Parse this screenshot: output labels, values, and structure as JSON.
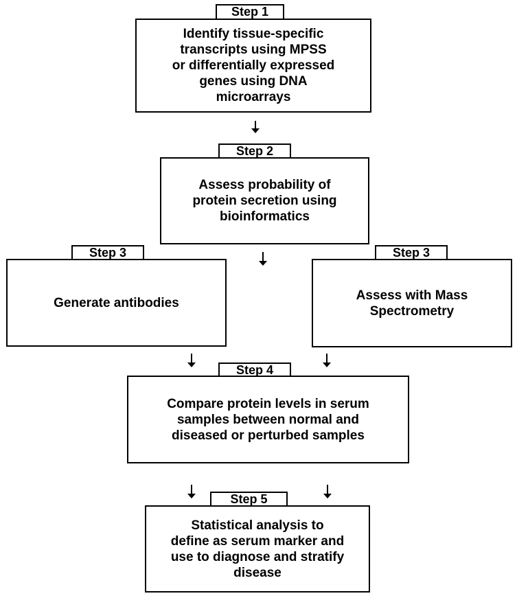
{
  "steps": [
    {
      "label": "Step 1",
      "text": "Identify tissue-specific\ntranscripts using MPSS\nor differentially expressed\ngenes using DNA\nmicroarrays"
    },
    {
      "label": "Step 2",
      "text": "Assess probability of\nprotein secretion using\nbioinformatics"
    },
    {
      "label": "Step 3",
      "text": "Generate antibodies"
    },
    {
      "label": "Step 3",
      "text": "Assess with Mass\nSpectrometry"
    },
    {
      "label": "Step 4",
      "text": "Compare protein levels in serum\nsamples between normal and\ndiseased or perturbed samples"
    },
    {
      "label": "Step 5",
      "text": "Statistical analysis to\ndefine as serum marker and\nuse to diagnose and stratify\ndisease"
    }
  ]
}
